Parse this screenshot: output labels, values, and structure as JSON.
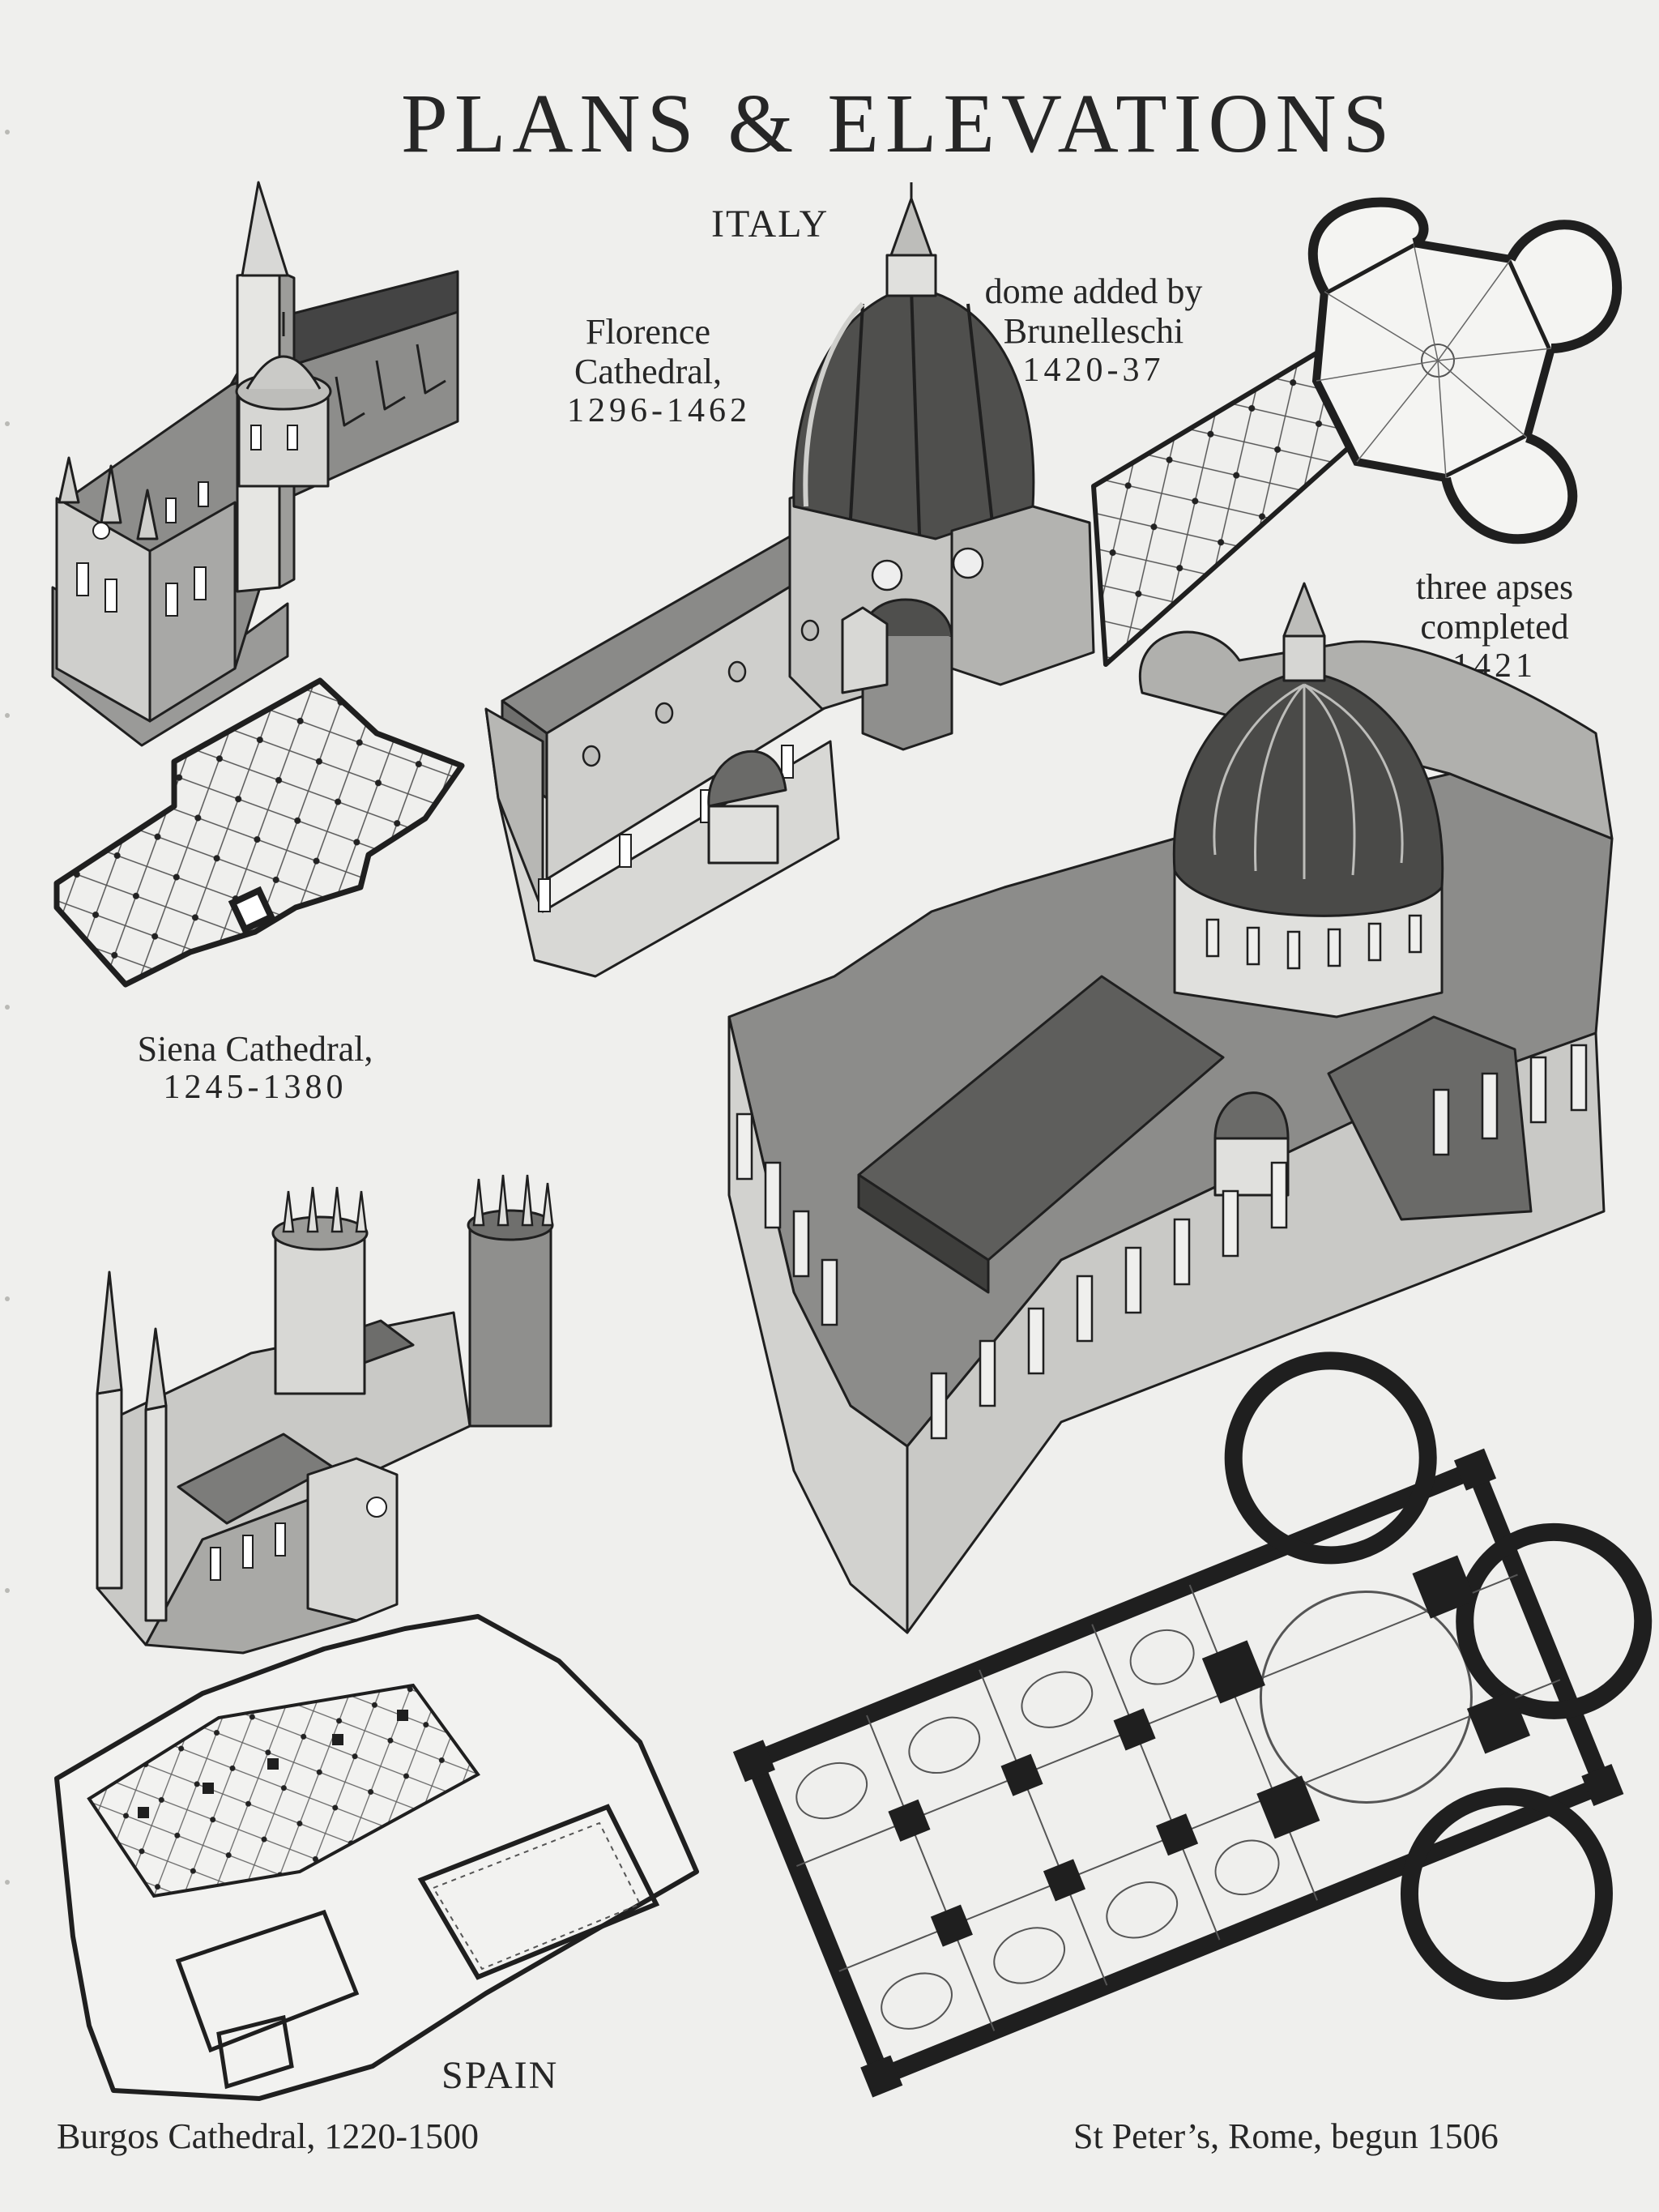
{
  "heading": "PLANS & ELEVATIONS",
  "regions": {
    "italy": "ITALY",
    "spain": "SPAIN"
  },
  "florence": {
    "name_line1": "Florence",
    "name_line2": "Cathedral,",
    "dates": "1296-1462",
    "dome_note_line1": "dome added by",
    "dome_note_line2": "Brunelleschi",
    "dome_note_dates": "1420-37",
    "apses_note_line1": "three apses",
    "apses_note_line2": "completed",
    "apses_note_date": "1421"
  },
  "siena": {
    "name": "Siena Cathedral,",
    "dates": "1245-1380"
  },
  "burgos": {
    "caption": "Burgos Cathedral, 1220-1500"
  },
  "st_peters": {
    "caption": "St Peter’s, Rome, begun 1506"
  },
  "colors": {
    "paper": "#efefed",
    "ink": "#1f1f1f",
    "grey_light": "#b9b9b6",
    "grey_mid": "#8c8c8a",
    "grey_dark": "#5b5b59"
  }
}
